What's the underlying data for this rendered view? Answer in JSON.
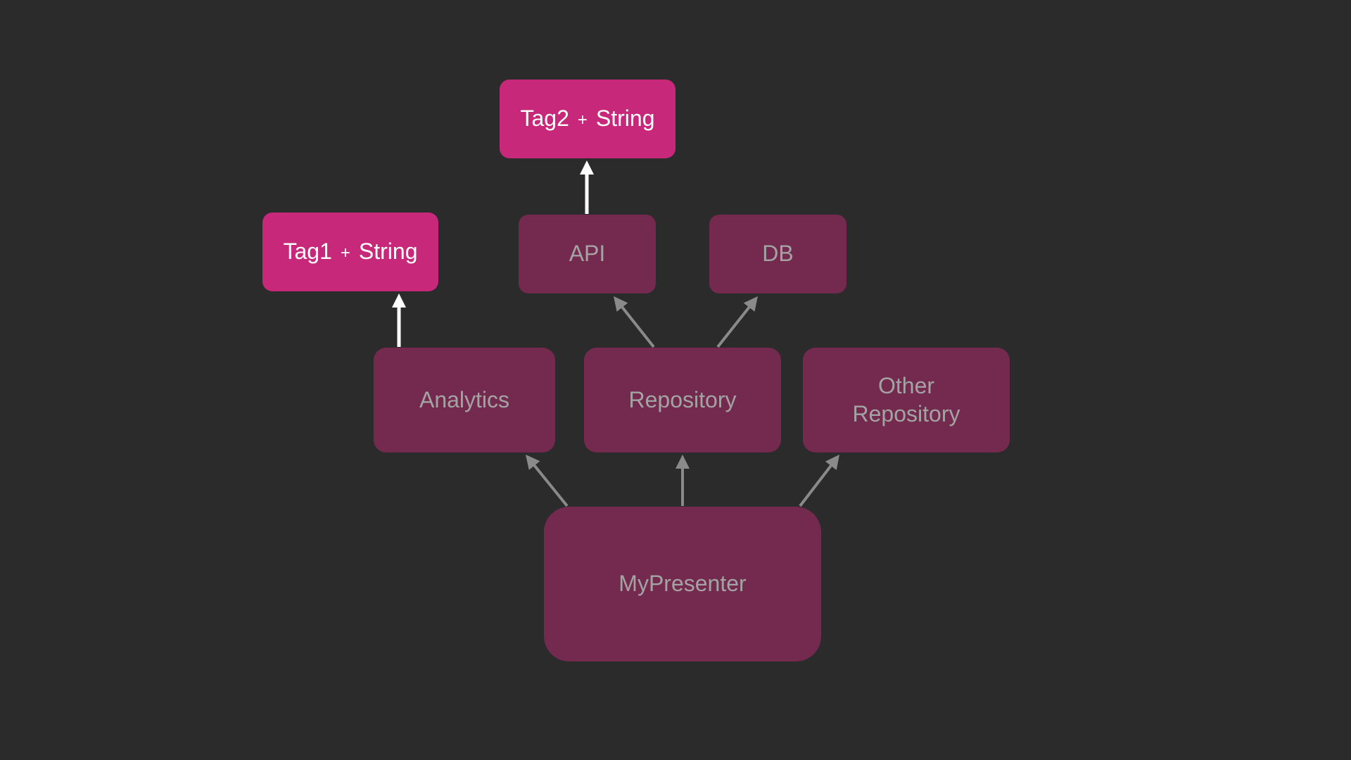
{
  "diagram": {
    "nodes": {
      "tag2": {
        "label": "Tag2",
        "op": "+",
        "label2": "String"
      },
      "tag1": {
        "label": "Tag1",
        "op": "+",
        "label2": "String"
      },
      "api": {
        "label": "API"
      },
      "db": {
        "label": "DB"
      },
      "analytics": {
        "label": "Analytics"
      },
      "repository": {
        "label": "Repository"
      },
      "other_repository": {
        "line1": "Other",
        "line2": "Repository"
      },
      "mypresenter": {
        "label": "MyPresenter"
      }
    },
    "edges": [
      {
        "from": "api",
        "to": "tag2",
        "style": "highlight"
      },
      {
        "from": "analytics",
        "to": "tag1",
        "style": "highlight"
      },
      {
        "from": "repository",
        "to": "api",
        "style": "muted"
      },
      {
        "from": "repository",
        "to": "db",
        "style": "muted"
      },
      {
        "from": "mypresenter",
        "to": "analytics",
        "style": "muted"
      },
      {
        "from": "mypresenter",
        "to": "repository",
        "style": "muted"
      },
      {
        "from": "mypresenter",
        "to": "other_repository",
        "style": "muted"
      }
    ],
    "colors": {
      "background": "#2b2b2b",
      "tag_fill": "#c8287a",
      "node_fill": "#74294e",
      "node_text": "#a3a3a3",
      "tag_text": "#ffffff",
      "highlight_arrow": "#ffffff",
      "muted_arrow": "#8a8a8a"
    }
  }
}
